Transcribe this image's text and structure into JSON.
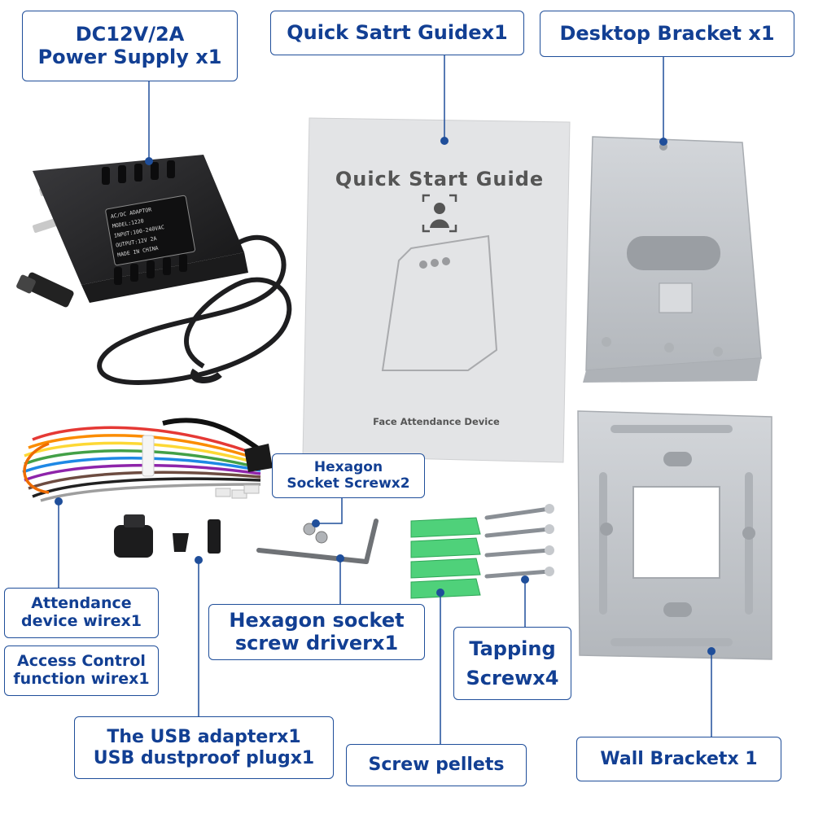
{
  "labels": {
    "power_supply": [
      "DC12V/2A",
      "Power Supply x1"
    ],
    "quick_guide": [
      "Quick Satrt Guidex1"
    ],
    "desktop_bracket": [
      "Desktop Bracket x1"
    ],
    "hex_socket_screw": [
      "Hexagon",
      "Socket Screwx2"
    ],
    "attendance_wire": [
      "Attendance",
      "device wirex1"
    ],
    "access_control_wire": [
      "Access Control",
      "function wirex1"
    ],
    "hex_driver": [
      "Hexagon socket",
      "screw driverx1"
    ],
    "tapping_screw": [
      "Tapping",
      "Screwx4"
    ],
    "usb": [
      "The USB adapterx1",
      "USB dustproof plugx1"
    ],
    "screw_pellets": [
      "Screw pellets"
    ],
    "wall_bracket": [
      "Wall Bracketx 1"
    ]
  },
  "booklet": {
    "title": "Quick Start Guide",
    "footer": "Face Attendance Device"
  },
  "adapter": {
    "label_lines": [
      "AC/DC ADAPTOR",
      "MODEL:1220",
      "INPUT:100-240VAC",
      "OUTPUT:12V 2A",
      "MADE IN CHINA"
    ]
  },
  "colors": {
    "label_text": "#123f93",
    "label_border": "#1f4e9a",
    "leader": "#1f4e9a",
    "bracket": "#c4c7cb",
    "adapter": "#2a2a2c",
    "pellet": "#4fd17a",
    "booklet": "#e3e4e6"
  }
}
